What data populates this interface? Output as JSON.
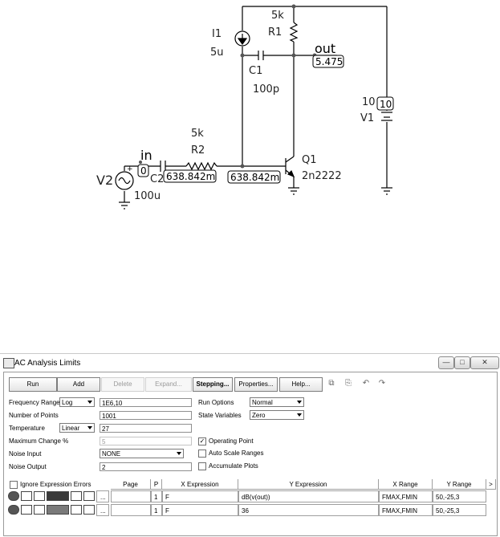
{
  "schematic": {
    "i1_name": "I1",
    "i1_value": "5u",
    "r1_value": "5k",
    "r1_name": "R1",
    "out_label": "out",
    "out_voltage": "5.475",
    "c1_name": "C1",
    "c1_value": "100p",
    "v1_value": "10",
    "v1_box": "10",
    "v1_name": "V1",
    "r2_value": "5k",
    "r2_name": "R2",
    "in_label": "in",
    "in_voltage": "0",
    "c2_name": "C2",
    "c2_node_voltage": "638.842m",
    "base_voltage": "638.842m",
    "v2_name": "V2",
    "v2_value": "100u",
    "q1_name": "Q1",
    "q1_model": "2n2222"
  },
  "dialog": {
    "title": "AC Analysis Limits",
    "window_buttons": {
      "minimize": "—",
      "maximize": "□",
      "close": "✕"
    },
    "buttons": {
      "run": "Run",
      "add": "Add",
      "delete": "Delete",
      "expand": "Expand...",
      "stepping": "Stepping...",
      "properties": "Properties...",
      "help": "Help..."
    },
    "toolbar_icons": [
      "copy-icon",
      "paste-icon",
      "undo-icon",
      "redo-icon"
    ],
    "fields": {
      "frequency_range_label": "Frequency Range",
      "frequency_range_mode": "Log",
      "frequency_range_value": "1E6,10",
      "number_of_points_label": "Number of Points",
      "number_of_points_value": "1001",
      "temperature_label": "Temperature",
      "temperature_mode": "Linear",
      "temperature_value": "27",
      "maximum_change_label": "Maximum Change %",
      "maximum_change_value": "5",
      "noise_input_label": "Noise Input",
      "noise_input_value": "NONE",
      "noise_output_label": "Noise Output",
      "noise_output_value": "2",
      "run_options_label": "Run Options",
      "run_options_value": "Normal",
      "state_variables_label": "State Variables",
      "state_variables_value": "Zero"
    },
    "checkboxes": {
      "operating_point": {
        "label": "Operating Point",
        "checked": true
      },
      "auto_scale_ranges": {
        "label": "Auto Scale Ranges",
        "checked": false
      },
      "accumulate_plots": {
        "label": "Accumulate Plots",
        "checked": false
      },
      "ignore_expression_errors": {
        "label": "Ignore Expression Errors",
        "checked": false
      }
    },
    "table": {
      "columns": [
        "Page",
        "P",
        "X Expression",
        "Y Expression",
        "X Range",
        "Y Range",
        ">"
      ],
      "more_button": "...",
      "rows": [
        {
          "page": "",
          "p": "1",
          "x_expr": "F",
          "y_expr": "dB(v(out))",
          "x_range": "FMAX,FMIN",
          "y_range": "50,-25,3"
        },
        {
          "page": "",
          "p": "1",
          "x_expr": "F",
          "y_expr": "36",
          "x_range": "FMAX,FMIN",
          "y_range": "50,-25,3"
        }
      ]
    },
    "colors": {
      "row_color_1": "#3a3a3a",
      "row_color_2": "#7a7a7a"
    }
  }
}
